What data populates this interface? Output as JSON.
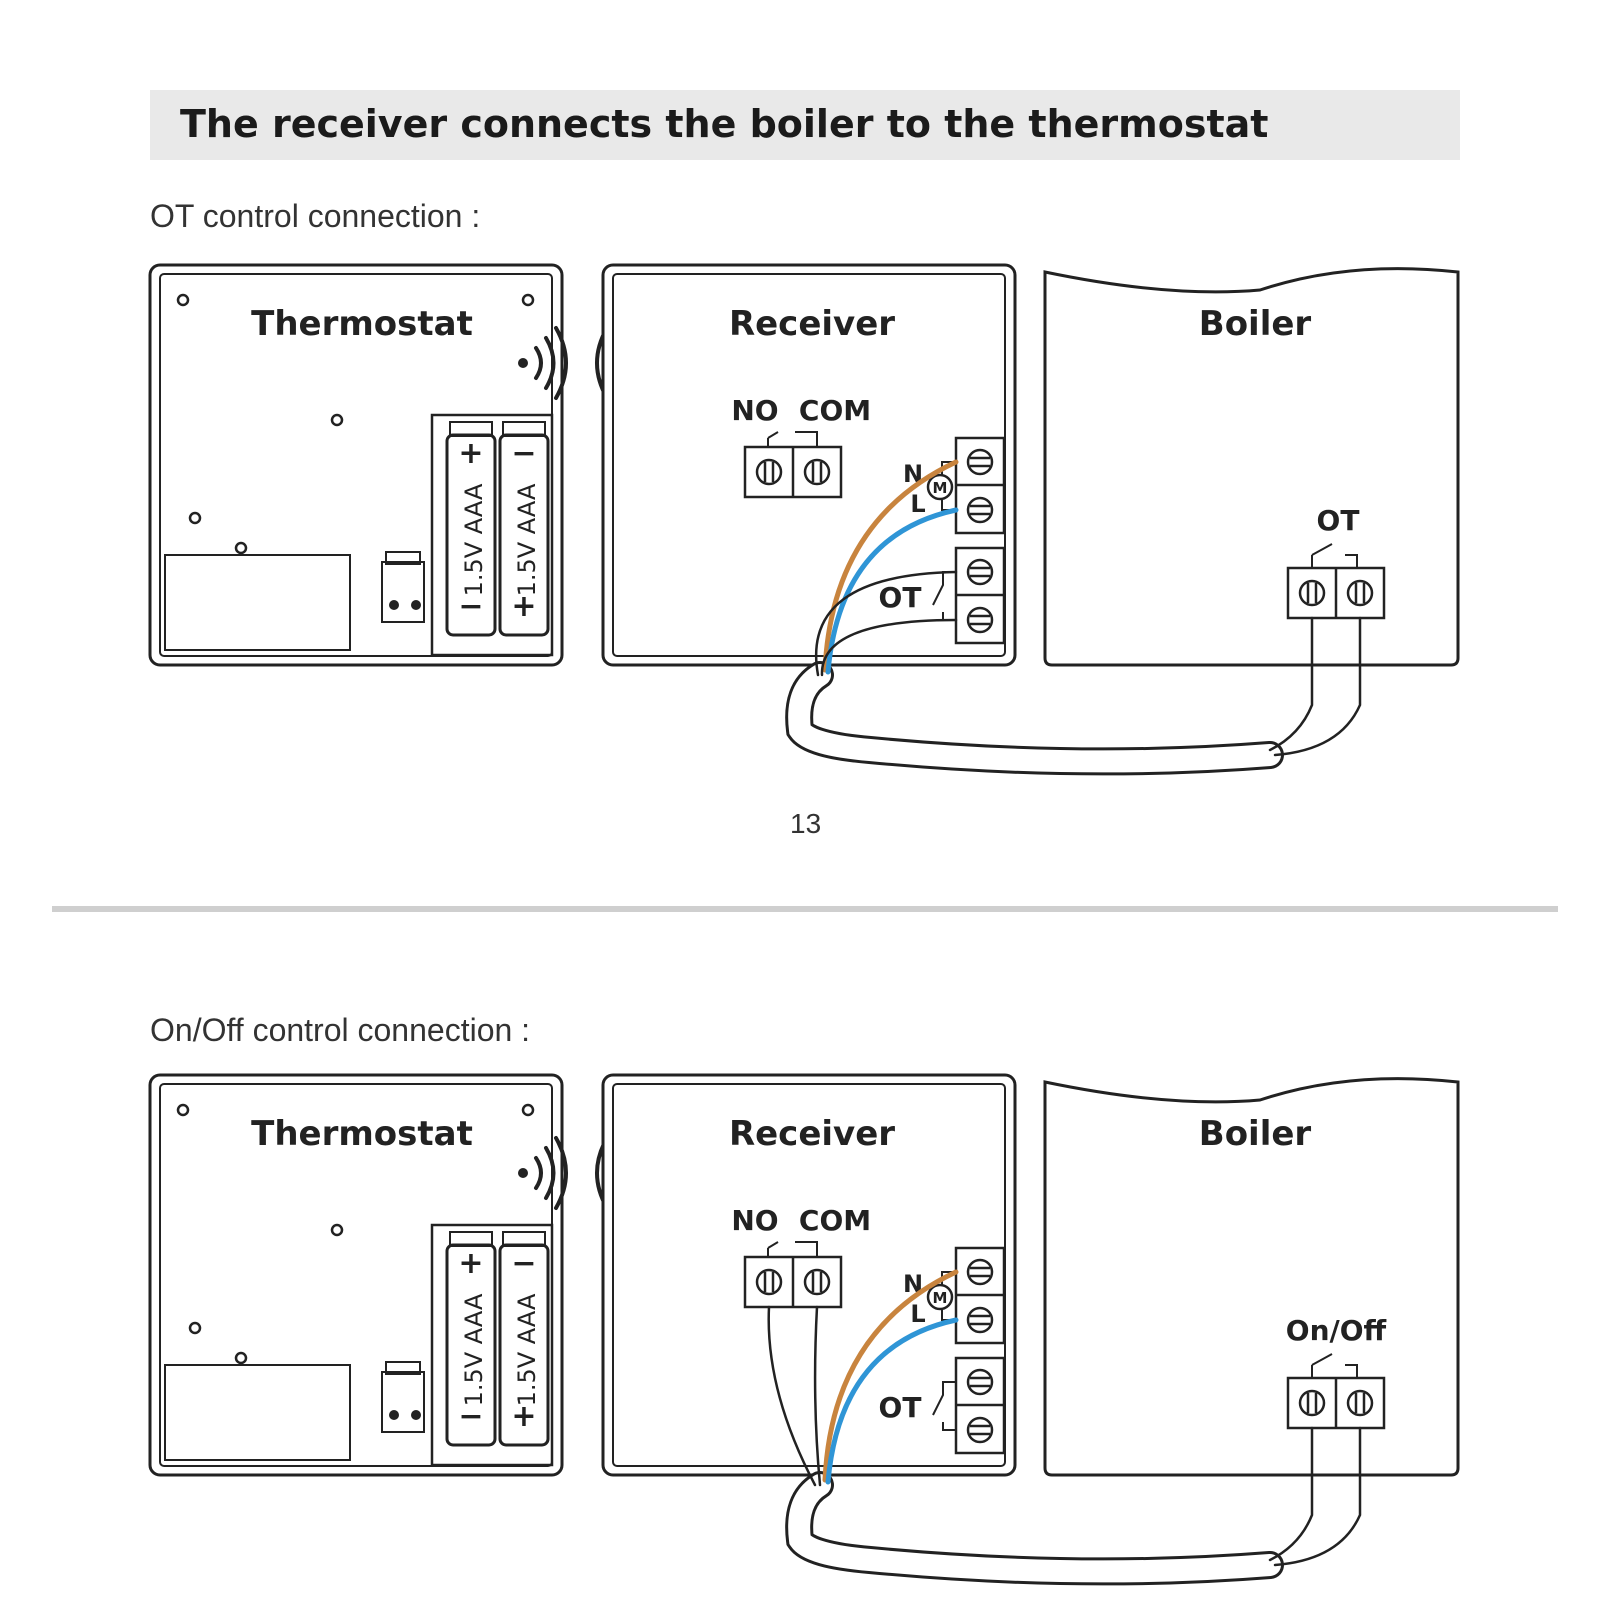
{
  "heading": "The receiver connects the boiler to the thermostat",
  "page_number": "13",
  "sections": [
    {
      "label": "OT control connection :",
      "thermostat_title": "Thermostat",
      "receiver_title": "Receiver",
      "boiler_title": "Boiler",
      "battery_label": "1.5V AAA",
      "terminal_labels": {
        "no": "NO",
        "com": "COM",
        "n": "N",
        "l": "L",
        "motor": "M",
        "ot": "OT"
      },
      "boiler_terminal_label": "OT"
    },
    {
      "label": "On/Off control connection :",
      "thermostat_title": "Thermostat",
      "receiver_title": "Receiver",
      "boiler_title": "Boiler",
      "battery_label": "1.5V AAA",
      "terminal_labels": {
        "no": "NO",
        "com": "COM",
        "n": "N",
        "l": "L",
        "motor": "M",
        "ot": "OT"
      },
      "boiler_terminal_label": "On/Off"
    }
  ],
  "colors": {
    "live_wire": "#c8843e",
    "neutral_wire": "#2f95d6",
    "signal_wire": "#222222",
    "heading_bg": "#e9e9e9"
  }
}
